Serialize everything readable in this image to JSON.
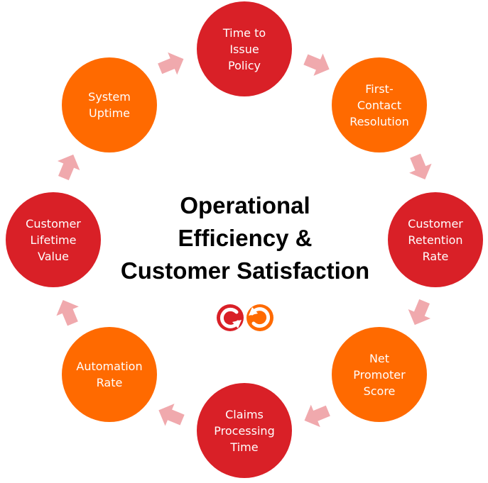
{
  "colors": {
    "red": "#d92027",
    "orange": "#ff6a00",
    "arrow": "#f0a9ad",
    "title": "#000000"
  },
  "center": {
    "line1": "Operational",
    "line2": "Efficiency &",
    "line3": "Customer Satisfaction"
  },
  "nodes": [
    {
      "label": "Time to\nIssue\nPolicy",
      "color": "red"
    },
    {
      "label": "First-\nContact\nResolution",
      "color": "orange"
    },
    {
      "label": "Customer\nRetention\nRate",
      "color": "red"
    },
    {
      "label": "Net\nPromoter\nScore",
      "color": "orange"
    },
    {
      "label": "Claims\nProcessing\nTime",
      "color": "red"
    },
    {
      "label": "Automation\nRate",
      "color": "orange"
    },
    {
      "label": "Customer\nLifetime\nValue",
      "color": "red"
    },
    {
      "label": "System\nUptime",
      "color": "orange"
    }
  ],
  "icons": {
    "logo_left": "refresh-circle-icon",
    "logo_right": "refresh-circle-icon"
  }
}
